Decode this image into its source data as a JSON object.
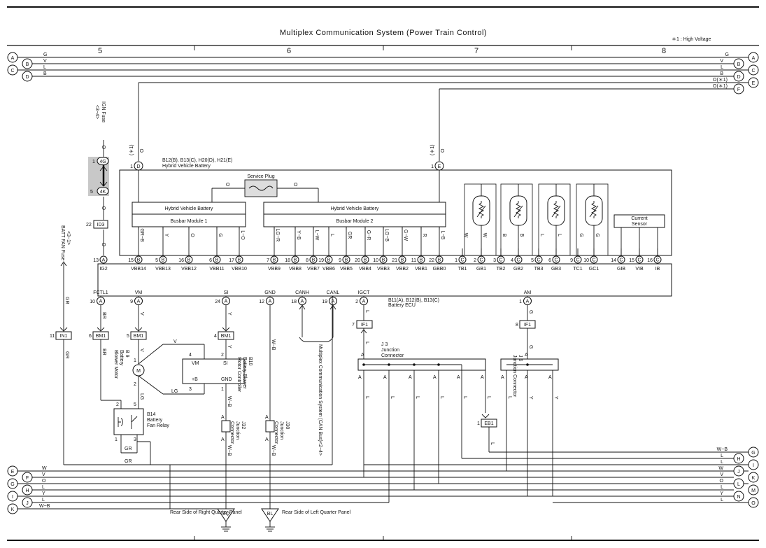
{
  "title": "Multiplex Communication System (Power Train Control)",
  "note": "＊1 : High Voltage",
  "columns": [
    "5",
    "6",
    "7",
    "8"
  ],
  "bus_left": [
    {
      "id": "A",
      "color": "G"
    },
    {
      "id": "B",
      "color": "V"
    },
    {
      "id": "C",
      "color": "L"
    },
    {
      "id": "D",
      "color": "B"
    }
  ],
  "bus_right": [
    {
      "id": "A",
      "color": "G"
    },
    {
      "id": "B",
      "color": "V"
    },
    {
      "id": "C",
      "color": "L"
    },
    {
      "id": "D",
      "color": "B"
    },
    {
      "id": "E",
      "color": "O(＊1)"
    },
    {
      "id": "F",
      "color": "O(＊1)"
    }
  ],
  "hv_pins": {
    "d_label": "1",
    "d_conn": "D",
    "e_label": "1",
    "e_conn": "E",
    "star": "(＊1)",
    "wire": "O"
  },
  "hv_battery": {
    "connectors": "B12(B), B13(C), H20(D), H21(E)",
    "name": "Hybrid Vehicle Battery",
    "service_plug": "Service Plug",
    "sp_wire_l": "O",
    "sp_wire_r": "O",
    "module1_title": "Hybrid Vehicle Battery",
    "module1_sub": "Busbar Module 1",
    "module2_title": "Hybrid Vehicle Battery",
    "module2_sub": "Busbar Module 2",
    "current_sensor": "Current Sensor"
  },
  "ecu_pins_top": [
    {
      "num": "13",
      "conn": "A",
      "name": "IG2",
      "wire": ""
    },
    {
      "num": "15",
      "conn": "B",
      "name": "VBB14",
      "wire": "GR−B"
    },
    {
      "num": "5",
      "conn": "B",
      "name": "VBB13",
      "wire": "Y"
    },
    {
      "num": "16",
      "conn": "B",
      "name": "VBB12",
      "wire": "O"
    },
    {
      "num": "6",
      "conn": "B",
      "name": "VBB11",
      "wire": "G"
    },
    {
      "num": "17",
      "conn": "B",
      "name": "VBB10",
      "wire": "L−O"
    },
    {
      "num": "7",
      "conn": "B",
      "name": "VBB9",
      "wire": "LG−R"
    },
    {
      "num": "18",
      "conn": "B",
      "name": "VBB8",
      "wire": "Y−B"
    },
    {
      "num": "8",
      "conn": "B",
      "name": "VBB7",
      "wire": "L−W"
    },
    {
      "num": "19",
      "conn": "B",
      "name": "VBB6",
      "wire": "L"
    },
    {
      "num": "9",
      "conn": "B",
      "name": "VBB5",
      "wire": "GR"
    },
    {
      "num": "20",
      "conn": "B",
      "name": "VBB4",
      "wire": "G−R"
    },
    {
      "num": "10",
      "conn": "B",
      "name": "VBB3",
      "wire": "LG−B"
    },
    {
      "num": "21",
      "conn": "B",
      "name": "VBB2",
      "wire": "G−W"
    },
    {
      "num": "11",
      "conn": "B",
      "name": "VBB1",
      "wire": "R"
    },
    {
      "num": "22",
      "conn": "B",
      "name": "GBB0",
      "wire": "L−B"
    },
    {
      "num": "1",
      "conn": "C",
      "name": "TB1",
      "wire": "W"
    },
    {
      "num": "2",
      "conn": "C",
      "name": "GB1",
      "wire": "W"
    },
    {
      "num": "3",
      "conn": "C",
      "name": "TB2",
      "wire": "B"
    },
    {
      "num": "4",
      "conn": "C",
      "name": "GB2",
      "wire": "B"
    },
    {
      "num": "5",
      "conn": "C",
      "name": "TB3",
      "wire": "L"
    },
    {
      "num": "6",
      "conn": "C",
      "name": "GB3",
      "wire": "L"
    },
    {
      "num": "9",
      "conn": "C",
      "name": "TC1",
      "wire": "G"
    },
    {
      "num": "10",
      "conn": "C",
      "name": "GC1",
      "wire": "G"
    },
    {
      "num": "14",
      "conn": "C",
      "name": "GIB",
      "wire": ""
    },
    {
      "num": "15",
      "conn": "C",
      "name": "VIB",
      "wire": ""
    },
    {
      "num": "16",
      "conn": "C",
      "name": "IB",
      "wire": ""
    }
  ],
  "ecu": {
    "connectors": "B11(A), B12(B), B13(C)",
    "name": "Battery ECU"
  },
  "ecu_pins_bottom": [
    {
      "num": "10",
      "conn": "A",
      "name": "FCTL1"
    },
    {
      "num": "9",
      "conn": "A",
      "name": "VM"
    },
    {
      "num": "24",
      "conn": "A",
      "name": "SI"
    },
    {
      "num": "12",
      "conn": "A",
      "name": "GND"
    },
    {
      "num": "18",
      "conn": "A",
      "name": "CANH"
    },
    {
      "num": "19",
      "conn": "A",
      "name": "CANL"
    },
    {
      "num": "2",
      "conn": "A",
      "name": "IGCT"
    },
    {
      "num": "1",
      "conn": "A",
      "name": "AM"
    }
  ],
  "ign_fuse": {
    "label": "IGN Fuse",
    "ref": "<3−4>",
    "wire_o1": "O",
    "wire_o2": "O",
    "wire_o3": "O",
    "j1_num": "1",
    "j1": "4G",
    "j2_num": "5",
    "j2": "4K",
    "id3_num": "22",
    "id3": "ID3"
  },
  "batt_fan_fuse": {
    "label": "BATT FAN Fuse",
    "ref": "<3−1>",
    "wire": "GR",
    "in1_num": "11",
    "in1": "IN1",
    "wire2": "GR"
  },
  "fan_relay": {
    "code": "B14",
    "name": "Battery Fan Relay",
    "wire_top": "BR",
    "bm1_num": "6",
    "bm1": "BM1",
    "wire_br": "BR",
    "p2": "2",
    "p5": "5",
    "p1": "1",
    "p3": "3",
    "wire_gr1": "GR",
    "wire_gr2": "GR"
  },
  "blower_motor": {
    "code": "B 9",
    "name": "Battery Blower Motor",
    "wire_v": "V",
    "bm1_num": "5",
    "bm1": "BM1",
    "wire_v2": "V",
    "p1": "1",
    "p2": "2",
    "wire_lg": "LG",
    "m": "M"
  },
  "blower_controller": {
    "code": "B10",
    "name": "Battery Blower Motor Controller",
    "vm": "VM",
    "si": "SI",
    "plus_b": "+B",
    "gnd": "GND",
    "p4": "4",
    "p2": "2",
    "p3": "3",
    "p1": "1",
    "wire_v": "V",
    "wire_lg": "LG",
    "bm1_num": "4",
    "bm1": "BM1",
    "wire_y": "Y",
    "wire_y2": "Y",
    "wire_wb": "W−B"
  },
  "j32": {
    "code": "J32",
    "name": "Junction Connector",
    "a": "A",
    "wire_wb": "W−B"
  },
  "j30": {
    "code": "J30",
    "name": "Junction Connector",
    "a": "A",
    "wire_wb": "W−B",
    "wire_wb2": "W−B"
  },
  "can": {
    "label": "Multiplex Communication System (CAN Bus)<2−4>"
  },
  "j3": {
    "code": "J 3",
    "name": "Junction Connector",
    "pins": [
      "A",
      "A",
      "A",
      "A",
      "A",
      "A"
    ]
  },
  "j6": {
    "code": "J 6",
    "name": "Junction Connector",
    "pins": [
      "A",
      "A",
      "A"
    ]
  },
  "if1_a": {
    "num": "7",
    "name": "IF1",
    "wire": "L"
  },
  "if1_b": {
    "num": "8",
    "name": "IF1",
    "wire": "G",
    "wire2": "G"
  },
  "eb1": {
    "num": "1",
    "name": "EB1"
  },
  "grounds": [
    {
      "id": "BQ",
      "label": "Rear Side of Right Quarter Panel"
    },
    {
      "id": "BL",
      "label": "Rear Side of Left Quarter Panel"
    }
  ],
  "bottom_left_bus": [
    {
      "id": "E",
      "color": "W"
    },
    {
      "id": "F",
      "color": "V"
    },
    {
      "id": "G",
      "color": "O"
    },
    {
      "id": "H",
      "color": "L"
    },
    {
      "id": "I",
      "color": "Y"
    },
    {
      "id": "J",
      "color": "L"
    },
    {
      "id": "K",
      "color": "W−B"
    }
  ],
  "bottom_right_bus": [
    {
      "id": "G",
      "color": "W−B"
    },
    {
      "id": "H",
      "color": "L"
    },
    {
      "id": "I",
      "color": "L"
    },
    {
      "id": "J",
      "color": "W"
    },
    {
      "id": "K",
      "color": "V"
    },
    {
      "id": "L",
      "color": "O"
    },
    {
      "id": "M",
      "color": "L"
    },
    {
      "id": "N",
      "color": "Y"
    },
    {
      "id": "O",
      "color": "L"
    }
  ]
}
